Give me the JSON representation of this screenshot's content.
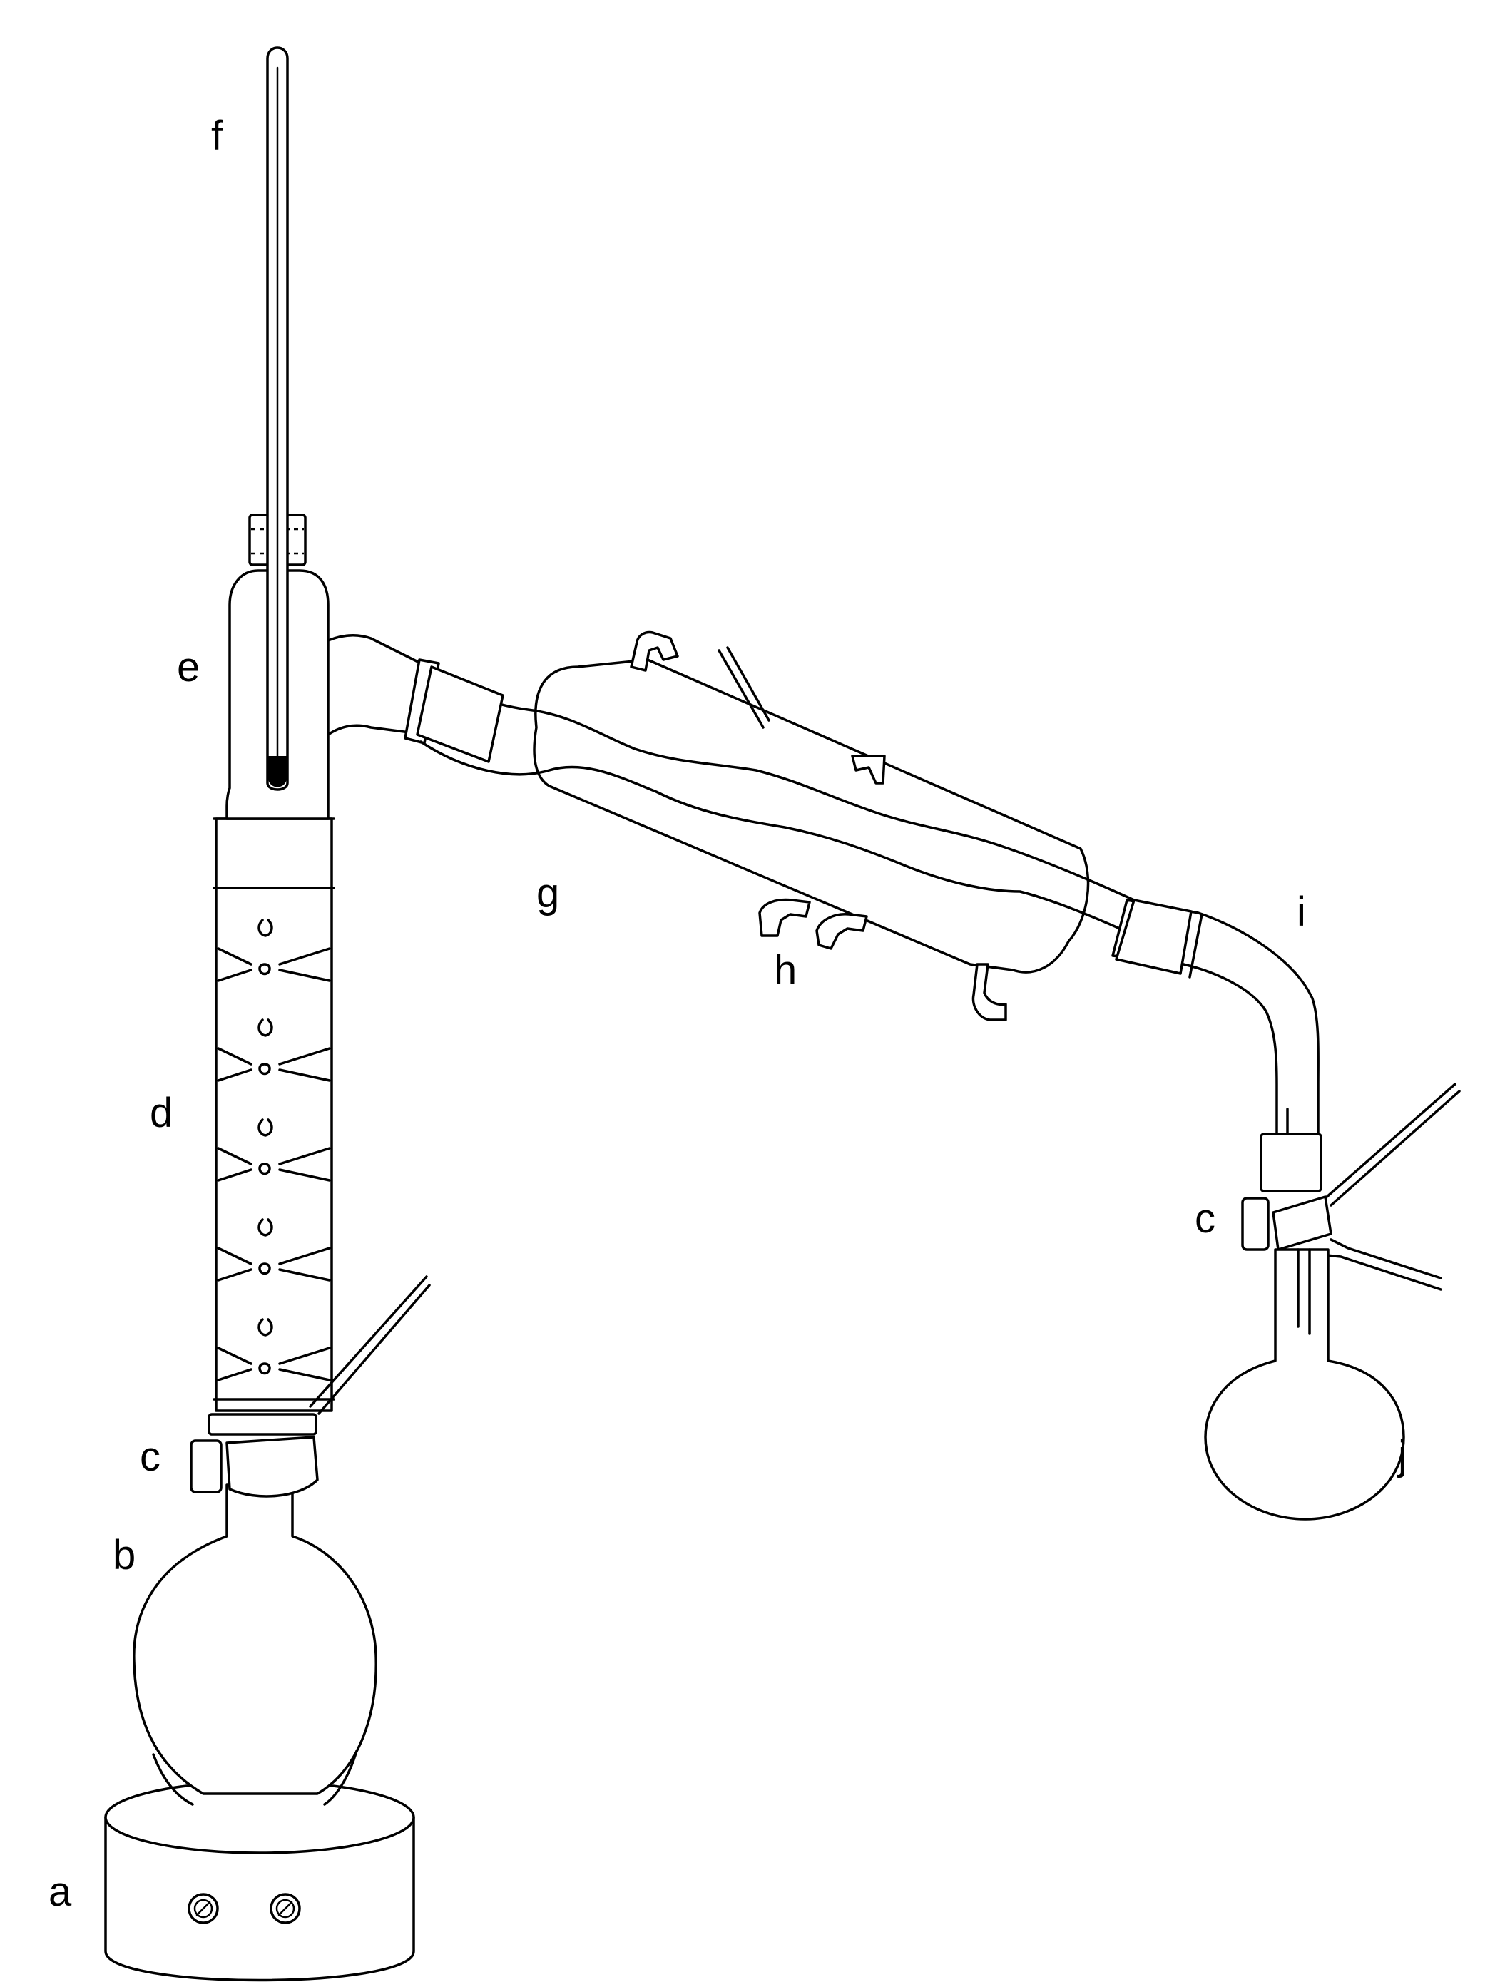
{
  "labels": {
    "a": "a",
    "b": "b",
    "c_left": "c",
    "d": "d",
    "e": "e",
    "f": "f",
    "g": "g",
    "h": "h",
    "i": "i",
    "c_right": "c",
    "j": "j"
  },
  "colors": {
    "ink": "#000000",
    "paper": "#ffffff"
  }
}
